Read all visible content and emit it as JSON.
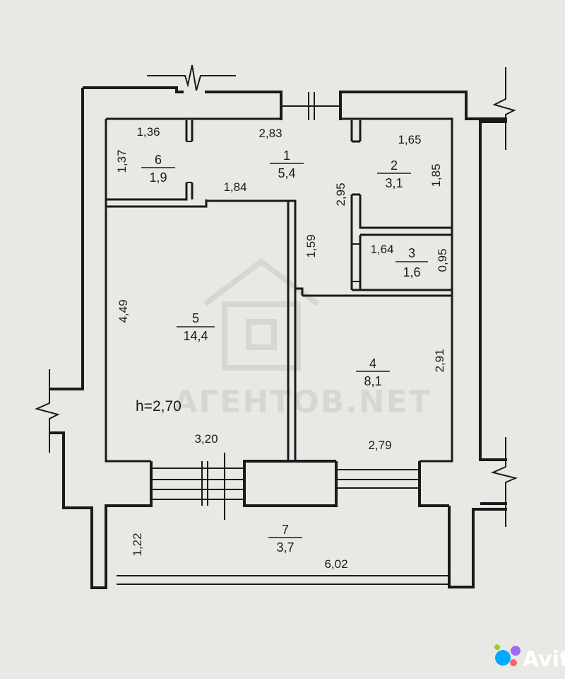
{
  "rooms": [
    {
      "id": "r1",
      "number": "1",
      "area": "5,4"
    },
    {
      "id": "r2",
      "number": "2",
      "area": "3,1"
    },
    {
      "id": "r3",
      "number": "3",
      "area": "1,6"
    },
    {
      "id": "r4",
      "number": "4",
      "area": "8,1"
    },
    {
      "id": "r5",
      "number": "5",
      "area": "14,4"
    },
    {
      "id": "r6",
      "number": "6",
      "area": "1,9"
    },
    {
      "id": "r7",
      "number": "7",
      "area": "3,7"
    }
  ],
  "dimensions": {
    "d136": "1,36",
    "d137": "1,37",
    "d283": "2,83",
    "d165": "1,65",
    "d185": "1,85",
    "d184": "1,84",
    "d295": "2,95",
    "d159": "1,59",
    "d164": "1,64",
    "d095": "0,95",
    "d449": "4,49",
    "d291": "2,91",
    "d320": "3,20",
    "d279": "2,79",
    "d122": "1,22",
    "d602": "6,02"
  },
  "ceiling_height": "h=2,70",
  "watermark": "АГЕНТОВ.NET",
  "logo": {
    "text": "Avito",
    "colors": [
      "#00aaff",
      "#a169f7",
      "#ff6163",
      "#97cf26"
    ]
  }
}
